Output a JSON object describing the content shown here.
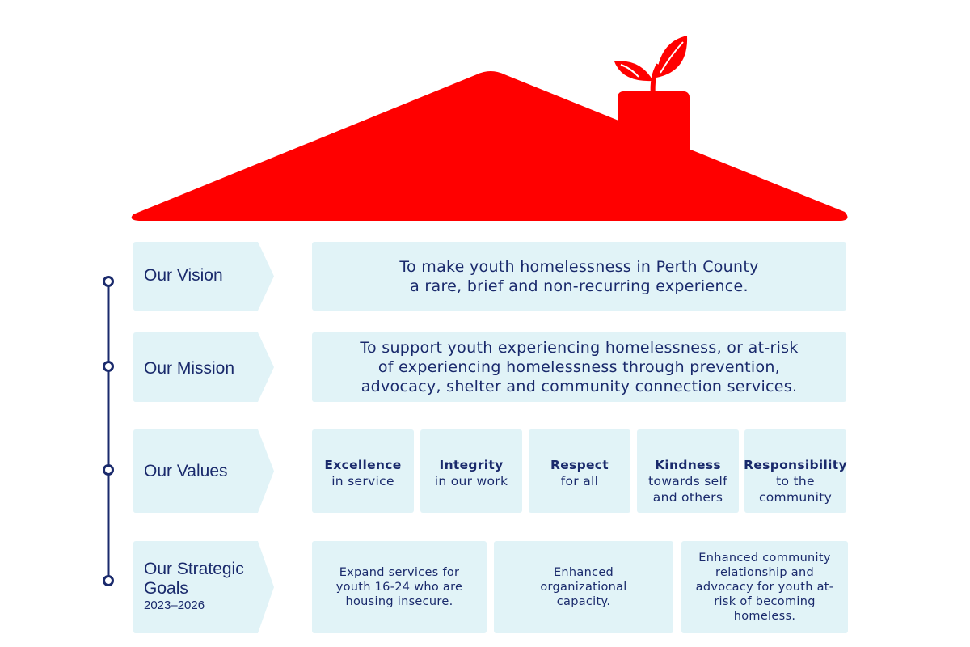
{
  "vision": {
    "label": "Our Vision",
    "line1": "To make youth homelessness in Perth County",
    "line2": "a rare, brief and non-recurring experience."
  },
  "mission": {
    "label": "Our Mission",
    "line1": "To support youth experiencing homelessness, or at-risk",
    "line2": "of experiencing homelessness through prevention,",
    "line3": "advocacy, shelter and community connection services."
  },
  "values": {
    "label": "Our Values",
    "items": [
      {
        "title": "Excellence",
        "line1": "in service",
        "line2": ""
      },
      {
        "title": "Integrity",
        "line1": "in our work",
        "line2": ""
      },
      {
        "title": "Respect",
        "line1": "for all",
        "line2": ""
      },
      {
        "title": "Kindness",
        "line1": "towards self",
        "line2": "and others"
      },
      {
        "title": "Responsibility",
        "line1": "to the",
        "line2": "community"
      }
    ]
  },
  "goals": {
    "label_line1": "Our Strategic",
    "label_line2": "Goals",
    "years": "2023–2026",
    "items": [
      {
        "line1": "Expand services for",
        "line2": "youth 16-24 who are",
        "line3": "housing insecure.",
        "line4": "",
        "line5": ""
      },
      {
        "line1": "Enhanced",
        "line2": "organizational",
        "line3": "capacity.",
        "line4": "",
        "line5": ""
      },
      {
        "line1": "Enhanced community",
        "line2": "relationship and",
        "line3": "advocacy for youth at-",
        "line4": "risk of becoming",
        "line5": "homeless."
      }
    ]
  },
  "colors": {
    "roof": "#ff0000",
    "navy": "#1a2a6c",
    "panel": "#e1f3f7"
  },
  "icons": {
    "roof": "house-roof-icon",
    "sprout": "sprout-icon",
    "timeline": "timeline-icon"
  }
}
